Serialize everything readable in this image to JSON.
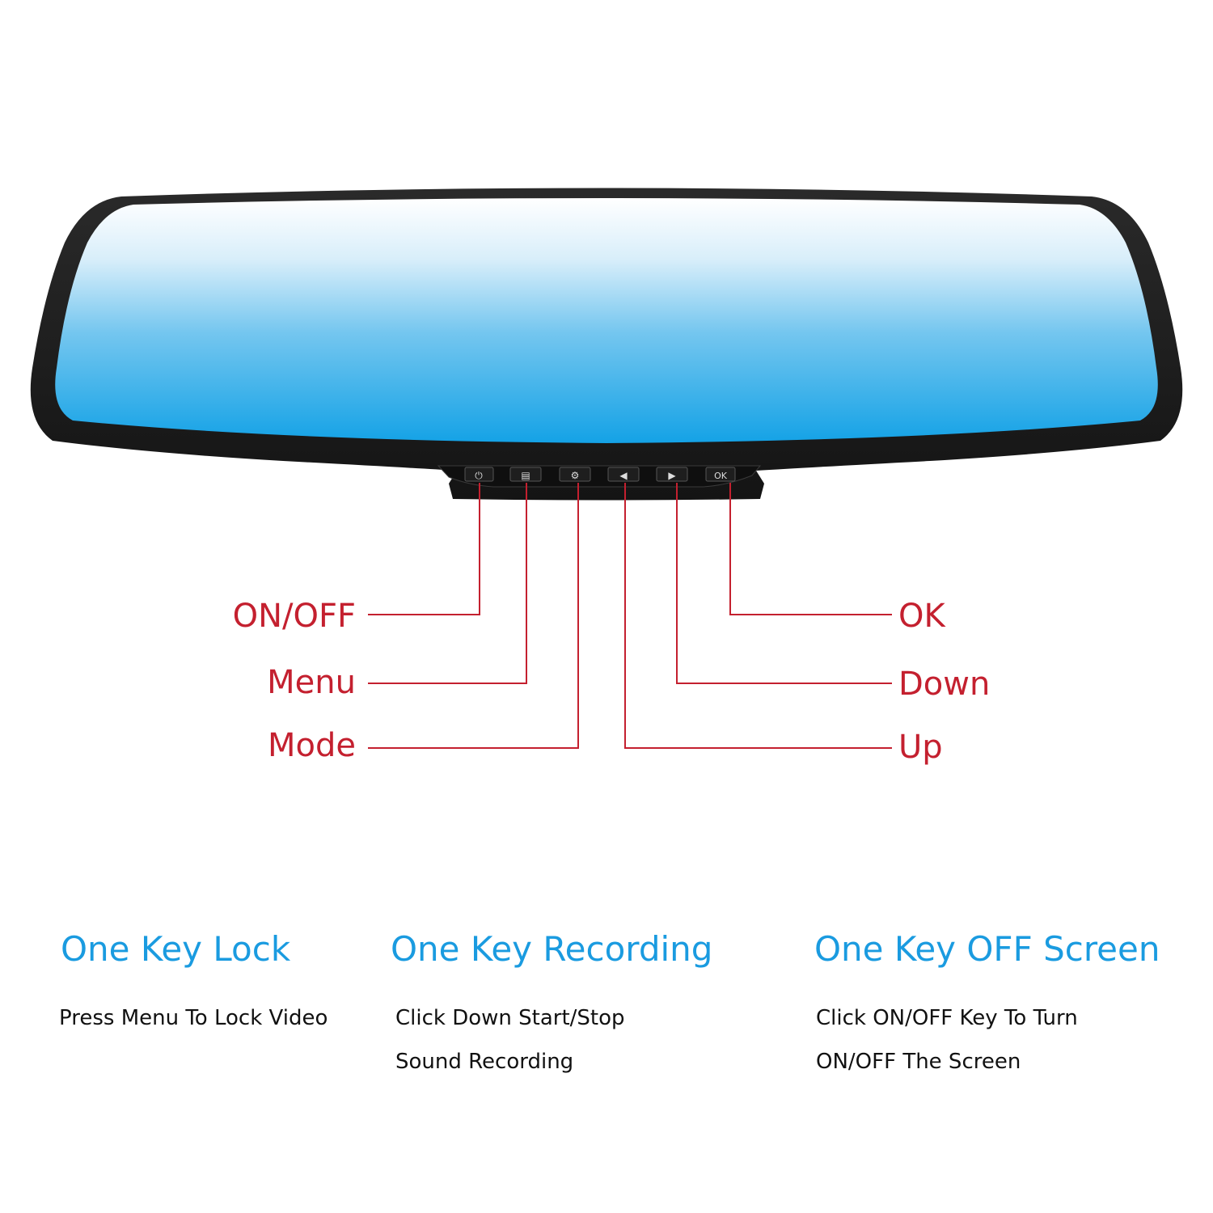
{
  "colors": {
    "bezel": "#1b1b1b",
    "mirror_top": "#ffffff",
    "mirror_bottom": "#14a2e6",
    "leader": "#c4202f",
    "label": "#c4202f",
    "feature_title": "#1a9be0",
    "feature_text": "#111111"
  },
  "mirror": {
    "buttons": [
      {
        "id": "power",
        "icon": "power-icon",
        "glyph": "⏻"
      },
      {
        "id": "menu",
        "icon": "menu-icon",
        "glyph": "▤"
      },
      {
        "id": "mode",
        "icon": "gear-icon",
        "glyph": "⚙"
      },
      {
        "id": "up",
        "icon": "left-arrow-icon",
        "glyph": "◀"
      },
      {
        "id": "down",
        "icon": "right-arrow-icon",
        "glyph": "▶"
      },
      {
        "id": "ok",
        "icon": "ok-icon",
        "glyph": "OK"
      }
    ]
  },
  "callouts": {
    "on_off": "ON/OFF",
    "menu": "Menu",
    "mode": "Mode",
    "ok": "OK",
    "down": "Down",
    "up": "Up"
  },
  "features": [
    {
      "title": "One Key Lock",
      "lines": [
        "Press Menu To Lock Video"
      ]
    },
    {
      "title": "One Key Recording",
      "lines": [
        "Click Down Start/Stop",
        "Sound Recording"
      ]
    },
    {
      "title": "One Key OFF Screen",
      "lines": [
        "Click ON/OFF Key To Turn",
        "ON/OFF The Screen"
      ]
    }
  ]
}
